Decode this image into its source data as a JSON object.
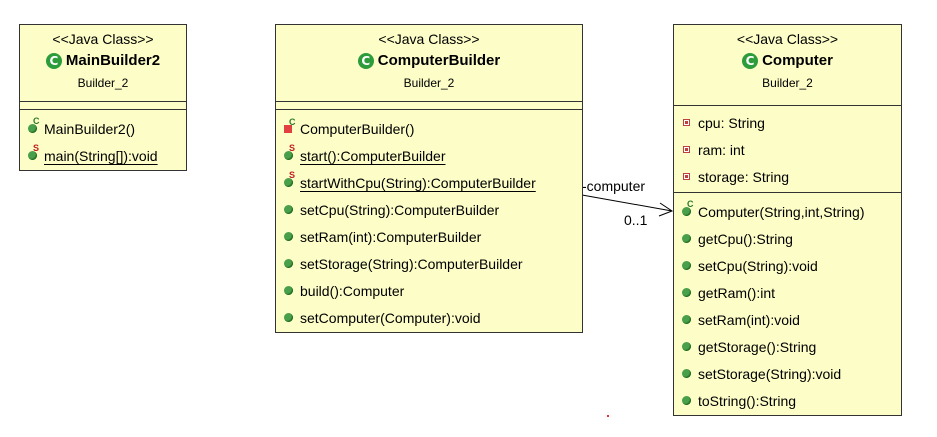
{
  "classes": {
    "mainbuilder2": {
      "stereotype": "<<Java Class>>",
      "name": "MainBuilder2",
      "package": "Builder_2",
      "methods": [
        {
          "text": "MainBuilder2()",
          "marker": "C"
        },
        {
          "text": "main(String[]):void",
          "marker": "S"
        }
      ]
    },
    "computerbuilder": {
      "stereotype": "<<Java Class>>",
      "name": "ComputerBuilder",
      "package": "Builder_2",
      "methods": [
        {
          "text": "ComputerBuilder()",
          "marker": "C"
        },
        {
          "text": "start():ComputerBuilder",
          "marker": "S"
        },
        {
          "text": "startWithCpu(String):ComputerBuilder",
          "marker": "S"
        },
        {
          "text": "setCpu(String):ComputerBuilder"
        },
        {
          "text": "setRam(int):ComputerBuilder"
        },
        {
          "text": "setStorage(String):ComputerBuilder"
        },
        {
          "text": "build():Computer"
        },
        {
          "text": "setComputer(Computer):void"
        }
      ]
    },
    "computer": {
      "stereotype": "<<Java Class>>",
      "name": "Computer",
      "package": "Builder_2",
      "fields": [
        {
          "text": "cpu: String"
        },
        {
          "text": "ram: int"
        },
        {
          "text": "storage: String"
        }
      ],
      "methods": [
        {
          "text": "Computer(String,int,String)",
          "marker": "C"
        },
        {
          "text": "getCpu():String"
        },
        {
          "text": "setCpu(String):void"
        },
        {
          "text": "getRam():int"
        },
        {
          "text": "setRam(int):void"
        },
        {
          "text": "getStorage():String"
        },
        {
          "text": "setStorage(String):void"
        },
        {
          "text": "toString():String"
        }
      ]
    }
  },
  "association": {
    "role": "-computer",
    "multiplicity": "0..1"
  },
  "icon_labels": {
    "class_icon": "C",
    "constructor_marker": "C",
    "static_marker": "S"
  }
}
